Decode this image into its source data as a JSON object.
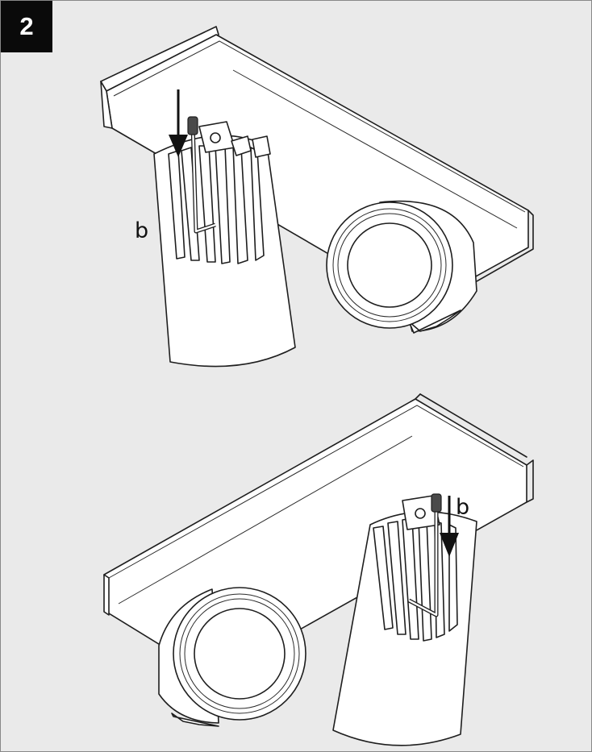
{
  "step": {
    "number": "2"
  },
  "callouts": {
    "top": "b",
    "bottom": "b"
  },
  "colors": {
    "background": "#eaeaea",
    "badge_fill": "#0a0a0a",
    "badge_text": "#ffffff",
    "line": "#1e1e1e",
    "fixture_fill": "#ffffff",
    "hand_tool": "#4a4a4a"
  },
  "icons": {
    "arrow": "down-arrow-icon",
    "tool": "allen-key-icon"
  }
}
